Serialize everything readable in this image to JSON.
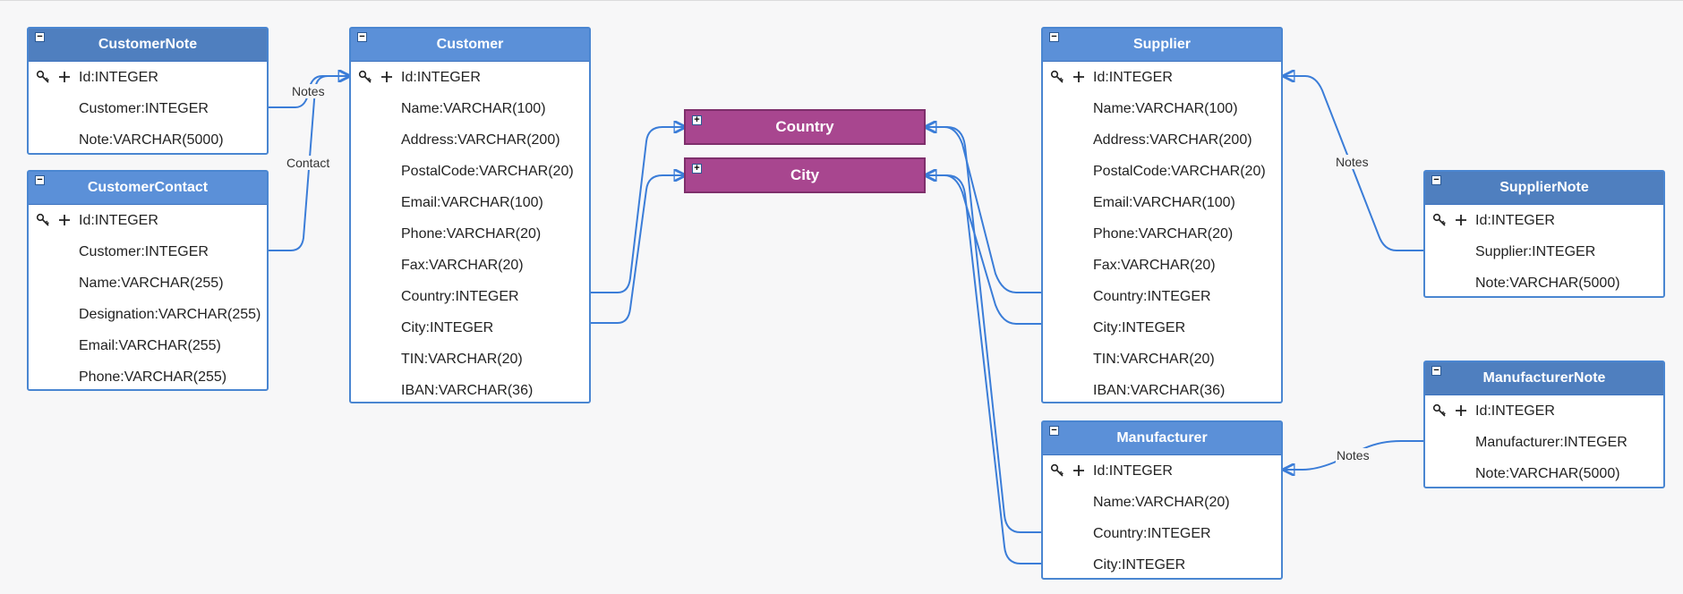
{
  "colors": {
    "edge": "#3b7dd8",
    "table_border": "#4a86d1",
    "table_header": "#5b90d8",
    "group_fill": "#a8468f",
    "background": "#f7f7f8"
  },
  "icons": {
    "primary_key": "key-icon",
    "add": "plus-icon",
    "collapse": "minus-icon",
    "expand": "plus-box-icon"
  },
  "tables": {
    "customer_note": {
      "title": "CustomerNote",
      "rows": [
        "Id:INTEGER",
        "Customer:INTEGER",
        "Note:VARCHAR(5000)"
      ]
    },
    "customer_contact": {
      "title": "CustomerContact",
      "rows": [
        "Id:INTEGER",
        "Customer:INTEGER",
        "Name:VARCHAR(255)",
        "Designation:VARCHAR(255)",
        "Email:VARCHAR(255)",
        "Phone:VARCHAR(255)"
      ]
    },
    "customer": {
      "title": "Customer",
      "rows": [
        "Id:INTEGER",
        "Name:VARCHAR(100)",
        "Address:VARCHAR(200)",
        "PostalCode:VARCHAR(20)",
        "Email:VARCHAR(100)",
        "Phone:VARCHAR(20)",
        "Fax:VARCHAR(20)",
        "Country:INTEGER",
        "City:INTEGER",
        "TIN:VARCHAR(20)",
        "IBAN:VARCHAR(36)"
      ]
    },
    "supplier": {
      "title": "Supplier",
      "rows": [
        "Id:INTEGER",
        "Name:VARCHAR(100)",
        "Address:VARCHAR(200)",
        "PostalCode:VARCHAR(20)",
        "Email:VARCHAR(100)",
        "Phone:VARCHAR(20)",
        "Fax:VARCHAR(20)",
        "Country:INTEGER",
        "City:INTEGER",
        "TIN:VARCHAR(20)",
        "IBAN:VARCHAR(36)"
      ]
    },
    "manufacturer": {
      "title": "Manufacturer",
      "rows": [
        "Id:INTEGER",
        "Name:VARCHAR(20)",
        "Country:INTEGER",
        "City:INTEGER"
      ]
    },
    "supplier_note": {
      "title": "SupplierNote",
      "rows": [
        "Id:INTEGER",
        "Supplier:INTEGER",
        "Note:VARCHAR(5000)"
      ]
    },
    "manufacturer_note": {
      "title": "ManufacturerNote",
      "rows": [
        "Id:INTEGER",
        "Manufacturer:INTEGER",
        "Note:VARCHAR(5000)"
      ]
    }
  },
  "groups": {
    "country": {
      "title": "Country"
    },
    "city": {
      "title": "City"
    }
  },
  "edge_labels": {
    "customer_notes": "Notes",
    "customer_contact": "Contact",
    "supplier_notes": "Notes",
    "manufacturer_notes": "Notes"
  }
}
